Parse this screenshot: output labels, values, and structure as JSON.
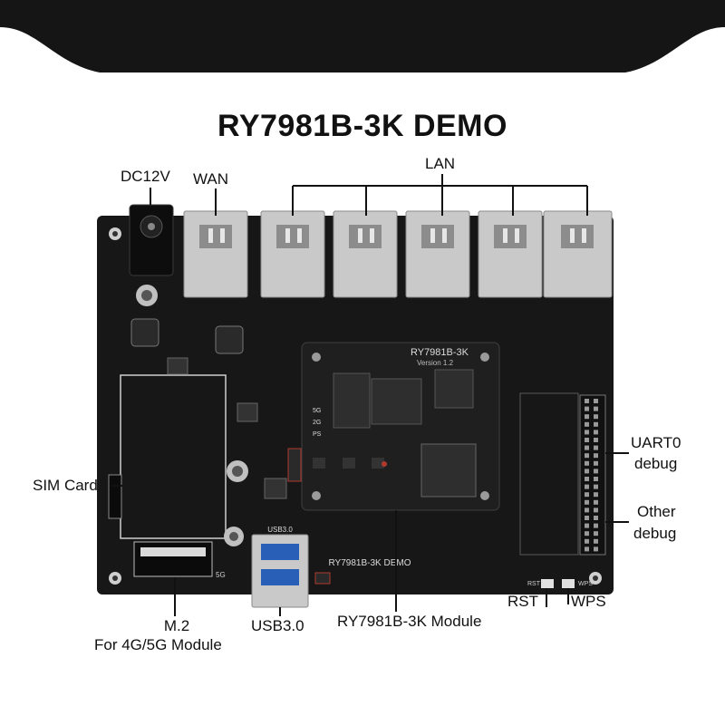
{
  "title": "RY7981B-3K DEMO",
  "labels": {
    "dc12v": "DC12V",
    "wan": "WAN",
    "lan": "LAN",
    "uart0_line1": "UART0",
    "uart0_line2": "debug",
    "sim_card": "SIM Card",
    "other_line1": "Other",
    "other_line2": "debug",
    "m2_line1": "M.2",
    "m2_line2": "For 4G/5G Module",
    "usb30": "USB3.0",
    "module": "RY7981B-3K Module",
    "rst": "RST",
    "wps": "WPS"
  },
  "board": {
    "module_name": "RY7981B-3K",
    "module_version": "Version 1.2",
    "silkscreen": "RY7981B-3K DEMO",
    "usb_silk": "USB3.0",
    "led_5g": "5G",
    "led_2g": "2G",
    "led_ps": "PS",
    "rst_silk": "RST",
    "wps_silk": "WPS",
    "slot_5g": "5G"
  },
  "colors": {
    "board": "#171717",
    "topbar": "#151515",
    "module": "#1f1f1f",
    "chip": "#2e2e2e",
    "connector": "#c9c9c9",
    "accent_red": "#b03a2e"
  }
}
